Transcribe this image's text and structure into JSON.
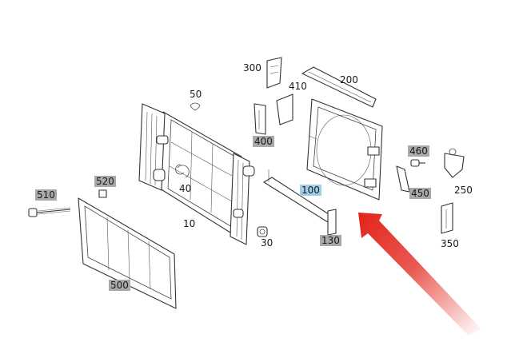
{
  "callouts": [
    {
      "text": "50",
      "style": "plain"
    },
    {
      "text": "300",
      "style": "plain"
    },
    {
      "text": "410",
      "style": "plain"
    },
    {
      "text": "200",
      "style": "plain"
    },
    {
      "text": "400",
      "style": "gray"
    },
    {
      "text": "460",
      "style": "gray"
    },
    {
      "text": "520",
      "style": "gray"
    },
    {
      "text": "510",
      "style": "gray"
    },
    {
      "text": "40",
      "style": "plain"
    },
    {
      "text": "100",
      "style": "blue"
    },
    {
      "text": "450",
      "style": "gray"
    },
    {
      "text": "250",
      "style": "plain"
    },
    {
      "text": "10",
      "style": "plain"
    },
    {
      "text": "30",
      "style": "plain"
    },
    {
      "text": "130",
      "style": "gray"
    },
    {
      "text": "350",
      "style": "plain"
    },
    {
      "text": "500",
      "style": "gray"
    }
  ],
  "colors": {
    "gray_tag": "#a9a9a9",
    "blue_tag": "#9ecfe6",
    "arrow": "#e2231a",
    "line": "#333333"
  },
  "highlighted_part": "100"
}
